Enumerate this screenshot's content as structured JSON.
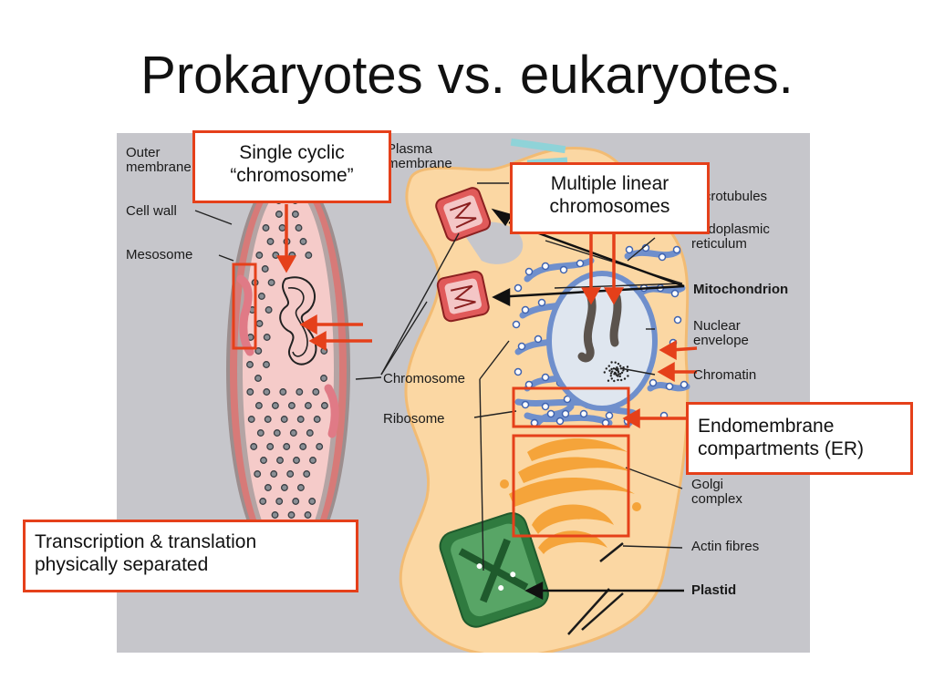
{
  "title": "Prokaryotes vs. eukaryotes.",
  "labels": {
    "outer_membrane_1": "Outer",
    "outer_membrane_2": "membrane",
    "cell_wall": "Cell wall",
    "mesosome": "Mesosome",
    "plasma_membrane_1": "Plasma",
    "plasma_membrane_2": "membrane",
    "microtubules": "Microtubules",
    "er_1": "Endoplasmic",
    "er_2": "reticulum",
    "mitochondrion": "Mitochondrion",
    "nuclear_envelope_1": "Nuclear",
    "nuclear_envelope_2": "envelope",
    "chromatin": "Chromatin",
    "chromosome": "Chromosome",
    "ribosome": "Ribosome",
    "golgi_1": "Golgi",
    "golgi_2": "complex",
    "actin": "Actin fibres",
    "plastid": "Plastid"
  },
  "callouts": {
    "single_1": "Single cyclic",
    "single_2": "“chromosome”",
    "multiple_1": "Multiple linear",
    "multiple_2": "chromosomes",
    "endo_1": "Endomembrane",
    "endo_2": "compartments (ER)",
    "trans_1": "Transcription & translation",
    "trans_2": "physically separated"
  },
  "colors": {
    "accent": "#e5401a",
    "background": "#c6c6cb",
    "prokaryote_wall": "#c96a6a",
    "prokaryote_fill": "#f4c8c6",
    "eukaryote_fill": "#fbd7a3",
    "er_blue": "#6f8fcc",
    "plastid_green": "#3e8a4a",
    "golgi_orange": "#f5a43a"
  }
}
